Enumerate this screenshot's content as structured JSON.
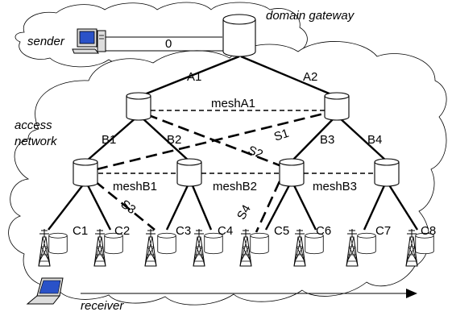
{
  "labels": {
    "sender": "sender",
    "domain_gateway": "domain gateway",
    "access_network": [
      "access",
      "network"
    ],
    "receiver": "receiver",
    "link0": "0",
    "A1": "A1",
    "A2": "A2",
    "B1": "B1",
    "B2": "B2",
    "B3": "B3",
    "B4": "B4",
    "C1": "C1",
    "C2": "C2",
    "C3": "C3",
    "C4": "C4",
    "C5": "C5",
    "C6": "C6",
    "C7": "C7",
    "C8": "C8",
    "meshA1": "meshA1",
    "meshB1": "meshB1",
    "meshB2": "meshB2",
    "meshB3": "meshB3",
    "S1": "S1",
    "S2": "S2",
    "S3": "S3",
    "S4": "S4"
  },
  "colors": {
    "stroke": "#000000",
    "background": "#ffffff",
    "screen": "#2a52c8"
  },
  "icons": {
    "sender": "desktop-computer-icon",
    "receiver": "laptop-icon",
    "base_station": "antenna-tower-icon",
    "router": "cylinder-router-icon"
  }
}
